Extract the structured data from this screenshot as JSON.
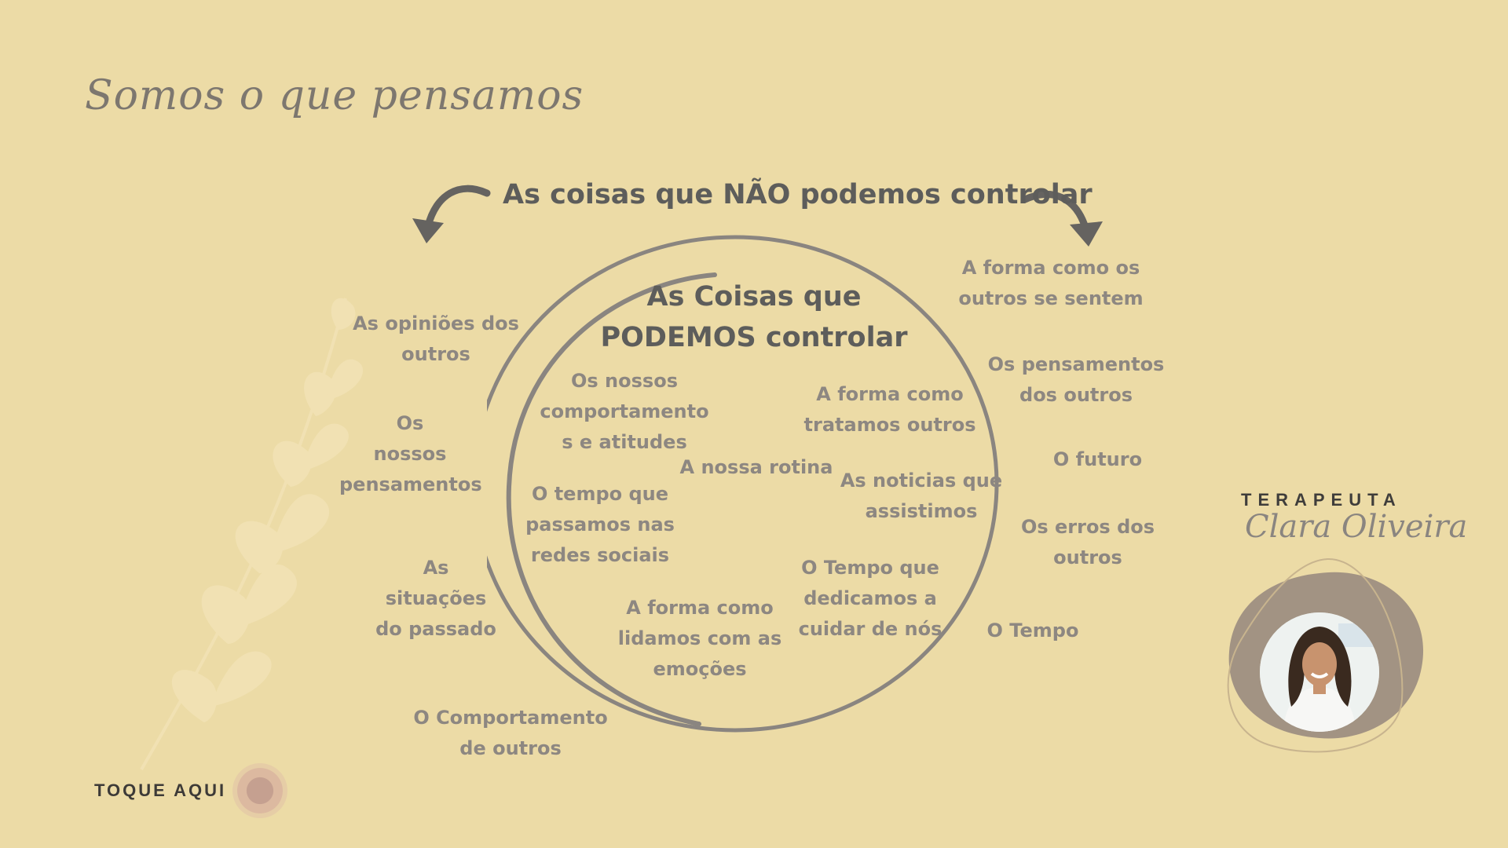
{
  "header": {
    "script_title": "Somos o que pensamos"
  },
  "diagram": {
    "outer_title": "As coisas que NÃO podemos controlar",
    "inner_title_line1": "As Coisas que",
    "inner_title_line2": "PODEMOS controlar",
    "inner_items": [
      "Os nossos\ncomportamento\ns e atitudes",
      "A forma como\ntratamos outros",
      "A nossa rotina",
      "O tempo que\npassamos nas\nredes sociais",
      "As noticias que\nassistimos",
      "O Tempo que\ndedicamos a\ncuidar de nós",
      "A forma como\nlidamos com as\nemoções"
    ],
    "outer_items": [
      "As opiniões dos\noutros",
      "Os\nnossos\npensamentos",
      "As\nsituações\ndo passado",
      "O Comportamento\nde outros",
      "A forma como os\noutros se sentem",
      "Os pensamentos\ndos outros",
      "O futuro",
      "Os erros dos\noutros",
      "O Tempo"
    ]
  },
  "therapist": {
    "label": "TERAPEUTA",
    "name": "Clara Oliveira"
  },
  "cta": {
    "label": "TOQUE AQUI"
  },
  "colors": {
    "background": "#ecdba6",
    "heading": "#5d5d5b",
    "item_text": "#8d8781",
    "circle_stroke": "#8a8580",
    "photo_blob": "#a29383"
  }
}
